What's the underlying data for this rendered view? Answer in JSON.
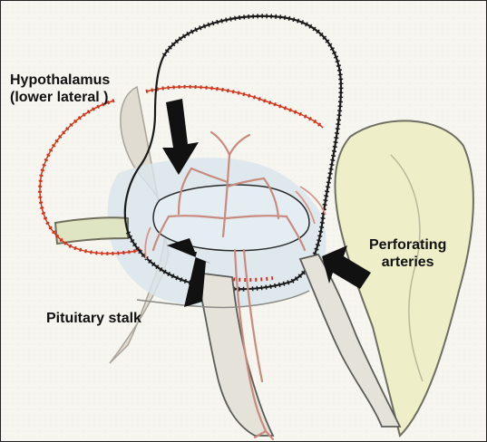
{
  "labels": {
    "hypothalamus": {
      "line1": "Hypothalamus",
      "line2": "(lower lateral )"
    },
    "perforating": {
      "line1": "Perforating",
      "line2": "arteries"
    },
    "pituitary": "Pituitary stalk"
  },
  "colors": {
    "black_outline": "#1a1a1a",
    "red_outline": "#d2351c",
    "vessel": "#c98a7f",
    "pale_blue": "#cfe0e8",
    "yellowish": "#e9eac0",
    "arrow": "#111111"
  }
}
